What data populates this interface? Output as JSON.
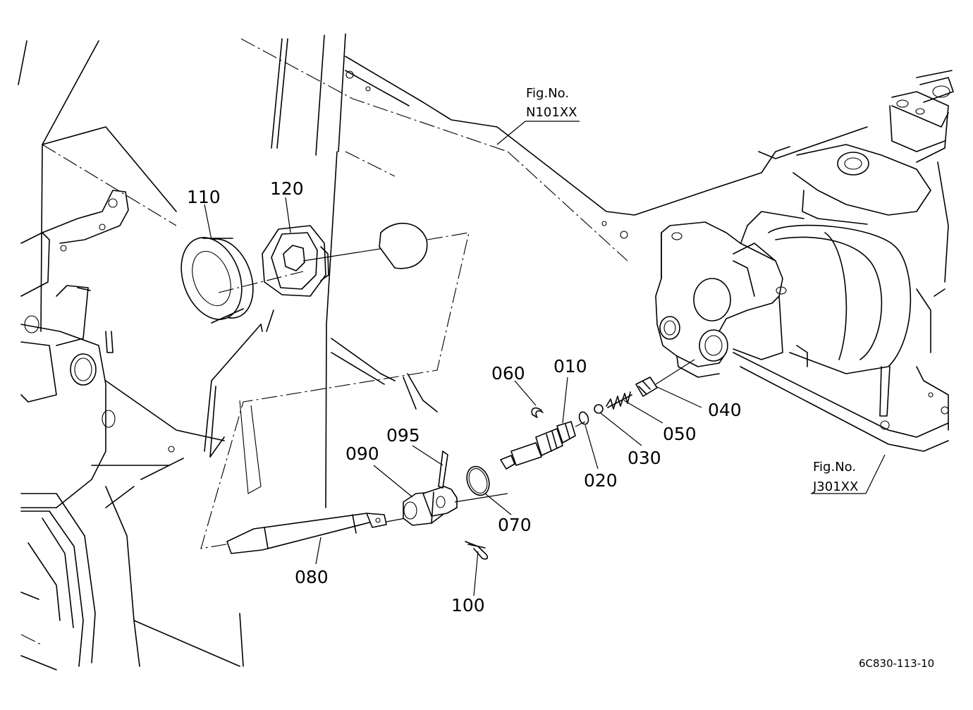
{
  "figure_refs": [
    {
      "id": "n101",
      "title": "Fig.No.",
      "code": "N101XX"
    },
    {
      "id": "j301",
      "title": "Fig.No.",
      "code": "J301XX"
    }
  ],
  "parts": [
    {
      "id": "p010",
      "label": "010"
    },
    {
      "id": "p020",
      "label": "020"
    },
    {
      "id": "p030",
      "label": "030"
    },
    {
      "id": "p040",
      "label": "040"
    },
    {
      "id": "p050",
      "label": "050"
    },
    {
      "id": "p060",
      "label": "060"
    },
    {
      "id": "p070",
      "label": "070"
    },
    {
      "id": "p080",
      "label": "080"
    },
    {
      "id": "p090",
      "label": "090"
    },
    {
      "id": "p095",
      "label": "095"
    },
    {
      "id": "p100",
      "label": "100"
    },
    {
      "id": "p110",
      "label": "110"
    },
    {
      "id": "p120",
      "label": "120"
    }
  ],
  "drawing_code": "6C830-113-10"
}
